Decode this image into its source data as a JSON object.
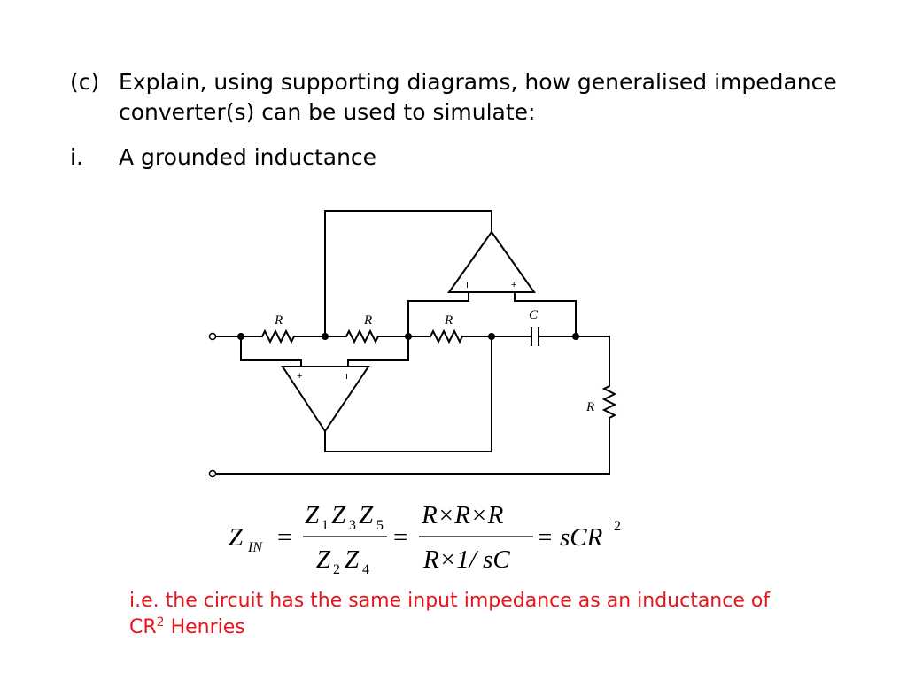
{
  "question": {
    "label": "(c)",
    "text": "Explain, using supporting diagrams, how generalised impedance converter(s) can be used to simulate:",
    "sub_label": "i.",
    "sub_text": "A grounded inductance"
  },
  "circuit": {
    "resistor_label": "R",
    "capacitor_label": "C",
    "opamp_plus": "+",
    "opamp_minus": "ı"
  },
  "formula": {
    "z": "Z",
    "z_sub": "IN",
    "eq": "=",
    "n1": "Z",
    "n1_sub": "1",
    "n2": "Z",
    "n2_sub": "3",
    "n3": "Z",
    "n3_sub": "5",
    "d1": "Z",
    "d1_sub": "2",
    "d2": "Z",
    "d2_sub": "4",
    "mid_num": "R×R×R",
    "mid_den": "R×1/ sC",
    "result": "sCR",
    "result_sup": "2"
  },
  "note": {
    "line1": "i.e. the circuit has the same input impedance as an inductance of",
    "line2_prefix": "CR",
    "line2_sup": "2",
    "line2_suffix": " Henries"
  }
}
